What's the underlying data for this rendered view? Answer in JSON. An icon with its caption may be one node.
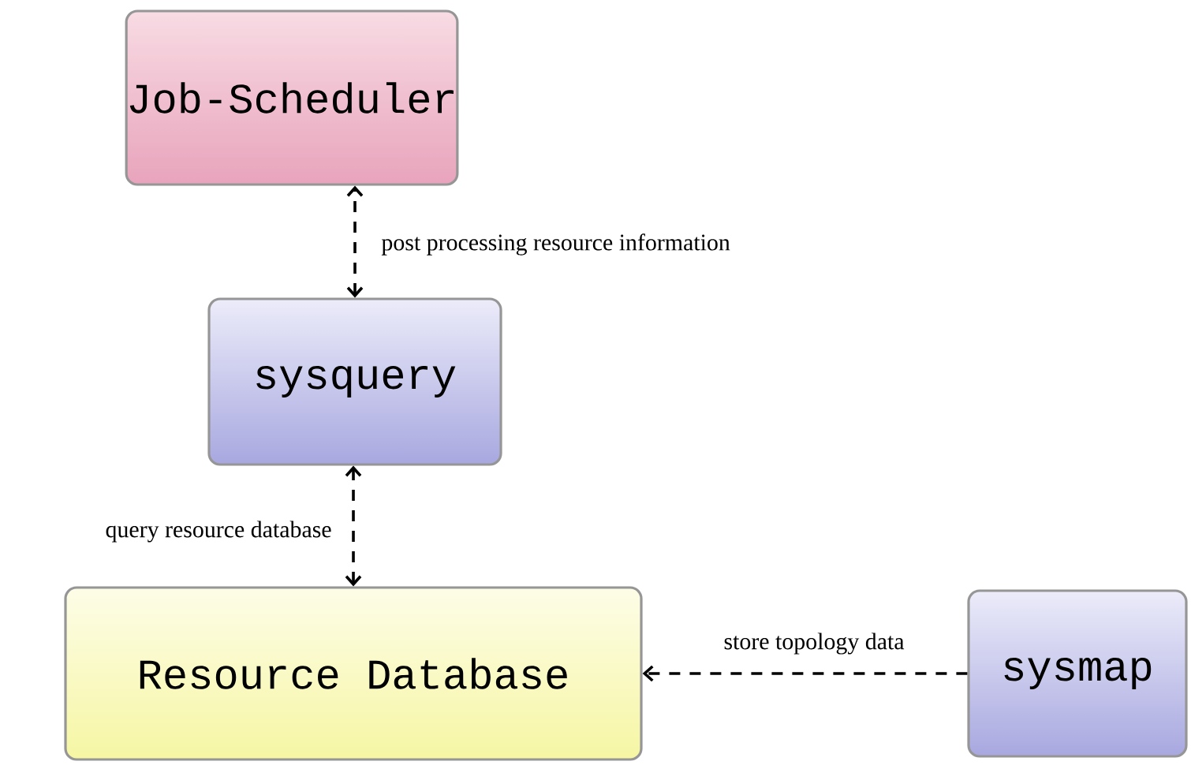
{
  "diagram": {
    "nodes": [
      {
        "text": [
          "Job-Scheduler"
        ]
      },
      {
        "text": [
          "sysquery"
        ]
      },
      {
        "text": [
          "Resource Database"
        ]
      },
      {
        "text": [
          "sysmap"
        ]
      }
    ],
    "edges": [
      {
        "from": 1,
        "to": 0,
        "arrow": "both",
        "style": "dashed",
        "label": "post processing resource information"
      },
      {
        "from": 2,
        "to": 1,
        "arrow": "both",
        "style": "dashed",
        "label": "query resource database"
      },
      {
        "from": 3,
        "to": 2,
        "arrow": "to",
        "style": "dashed",
        "label": "store topology data"
      }
    ]
  }
}
